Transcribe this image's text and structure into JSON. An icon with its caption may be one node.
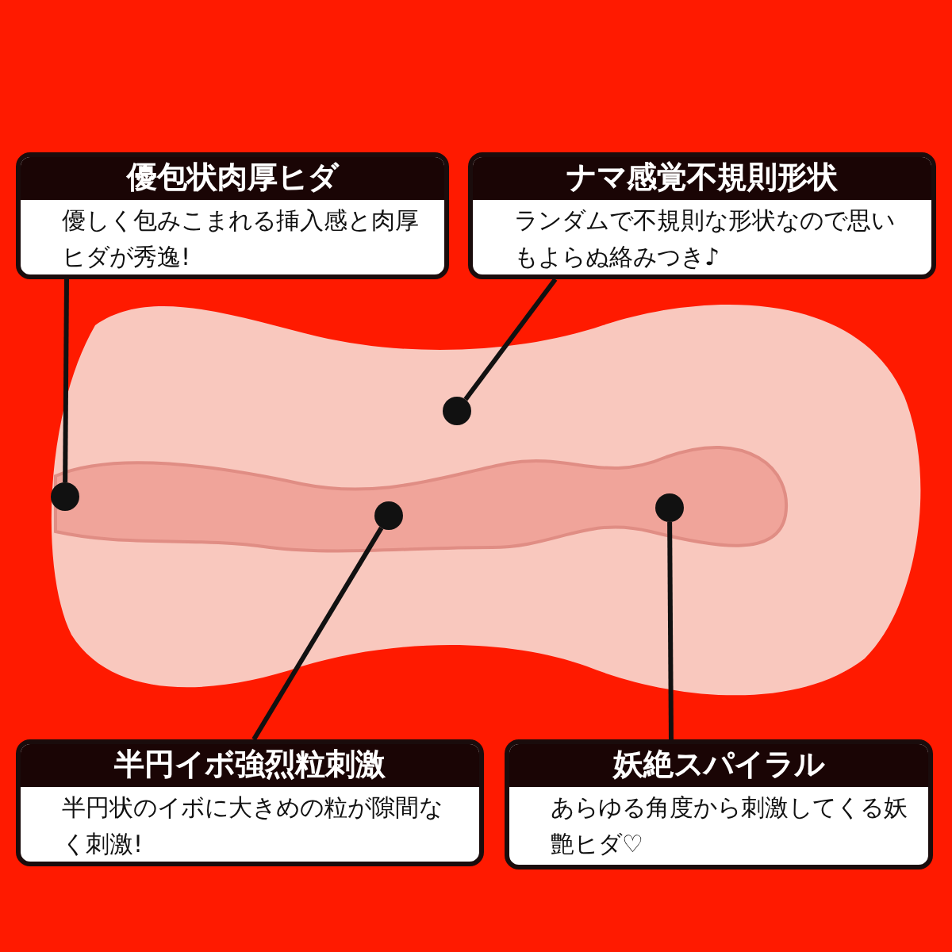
{
  "diagram": {
    "nodes": [
      {
        "text": [
          "優包状肉厚ヒダ",
          "優しく包みこまれる挿入感と肉厚ヒダが秀逸!"
        ]
      },
      {
        "text": [
          "ナマ感覚不規則形状",
          "ランダムで不規則な形状なので思いもよらぬ絡みつき♪"
        ]
      },
      {
        "text": [],
        "shape": "circle"
      },
      {
        "text": [],
        "shape": "circle"
      },
      {
        "text": [],
        "shape": "circle"
      },
      {
        "text": [],
        "shape": "circle"
      },
      {
        "text": [
          "半円イボ強烈粒刺激",
          "半円状のイボに大きめの粒が隙間なく刺激!"
        ]
      },
      {
        "text": [
          "妖絶スパイラル",
          "あらゆる角度から刺激してくる妖艶ヒダ♡"
        ]
      }
    ],
    "edges": [
      {
        "from": 0,
        "to": 2,
        "arrow": "none"
      },
      {
        "from": 1,
        "to": 4,
        "arrow": "none"
      },
      {
        "from": 6,
        "to": 3,
        "arrow": "none"
      },
      {
        "from": 7,
        "to": 5,
        "arrow": "none"
      }
    ]
  }
}
